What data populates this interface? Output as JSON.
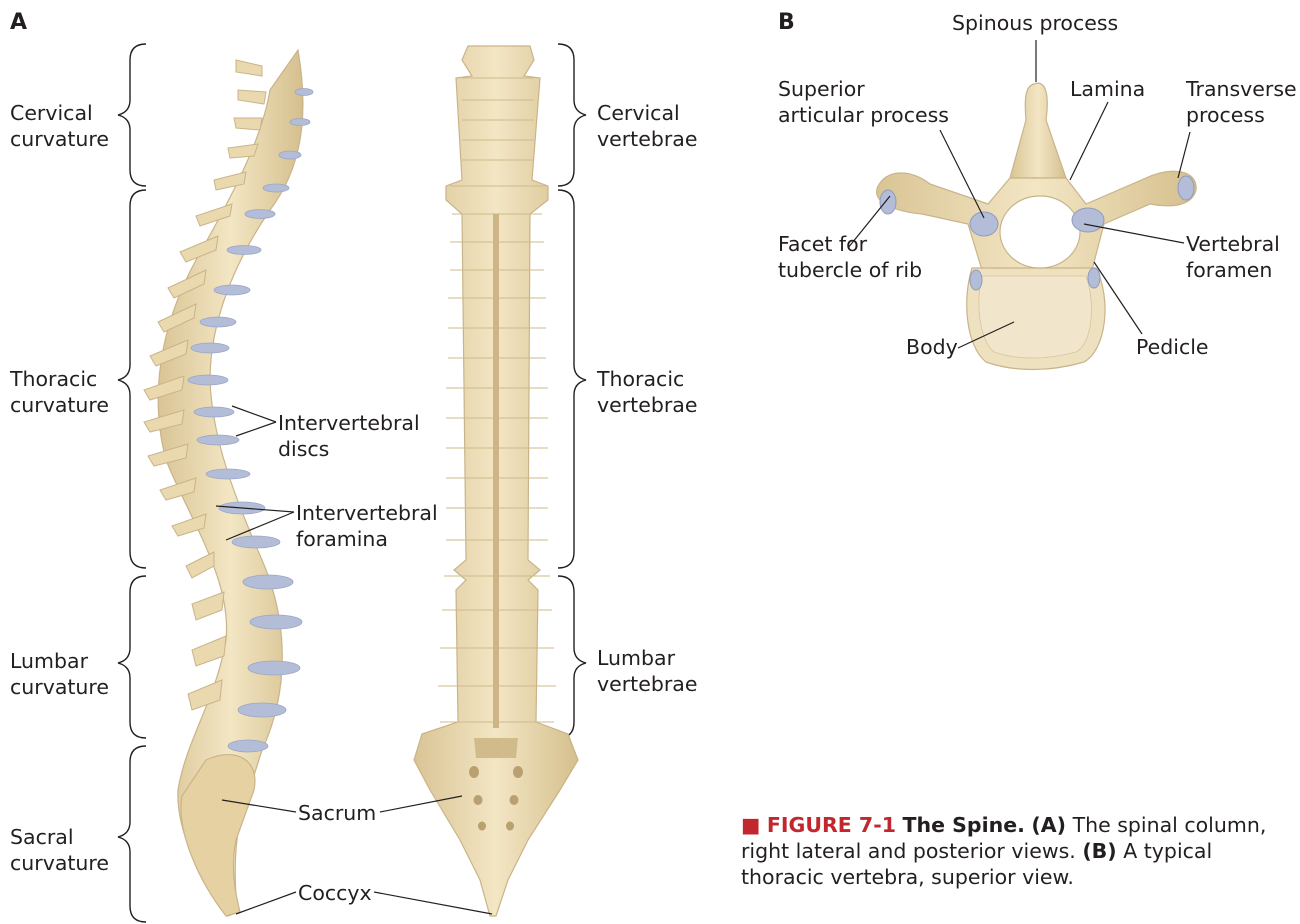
{
  "panels": {
    "a": "A",
    "b": "B"
  },
  "panel_a": {
    "left_labels": {
      "cervical": [
        "Cervical",
        "curvature"
      ],
      "thoracic": [
        "Thoracic",
        "curvature"
      ],
      "lumbar": [
        "Lumbar",
        "curvature"
      ],
      "sacral": [
        "Sacral",
        "curvature"
      ]
    },
    "right_labels": {
      "cervical": [
        "Cervical",
        "vertebrae"
      ],
      "thoracic": [
        "Thoracic",
        "vertebrae"
      ],
      "lumbar": [
        "Lumbar",
        "vertebrae"
      ]
    },
    "callouts": {
      "discs": [
        "Intervertebral",
        "discs"
      ],
      "foramina": [
        "Intervertebral",
        "foramina"
      ],
      "sacrum": "Sacrum",
      "coccyx": "Coccyx"
    }
  },
  "panel_b": {
    "spinous_process": "Spinous process",
    "superior_articular": [
      "Superior",
      "articular process"
    ],
    "lamina": "Lamina",
    "transverse": [
      "Transverse",
      "process"
    ],
    "facet": [
      "Facet for",
      "tubercle of rib"
    ],
    "vertebral_foramen": [
      "Vertebral",
      "foramen"
    ],
    "body": "Body",
    "pedicle": "Pedicle"
  },
  "caption": {
    "square": "■",
    "number": "FIGURE 7-1",
    "title": "The Spine.",
    "part_a": "(A)",
    "text_a": "The spinal column, right lateral and posterior views.",
    "part_b": "(B)",
    "text_b": "A typical thoracic vertebra, superior view."
  },
  "colors": {
    "bone": "#ecdcb4",
    "bone_edge": "#c9b489",
    "disc": "#b3bdd8",
    "accent": "#c1272d"
  }
}
